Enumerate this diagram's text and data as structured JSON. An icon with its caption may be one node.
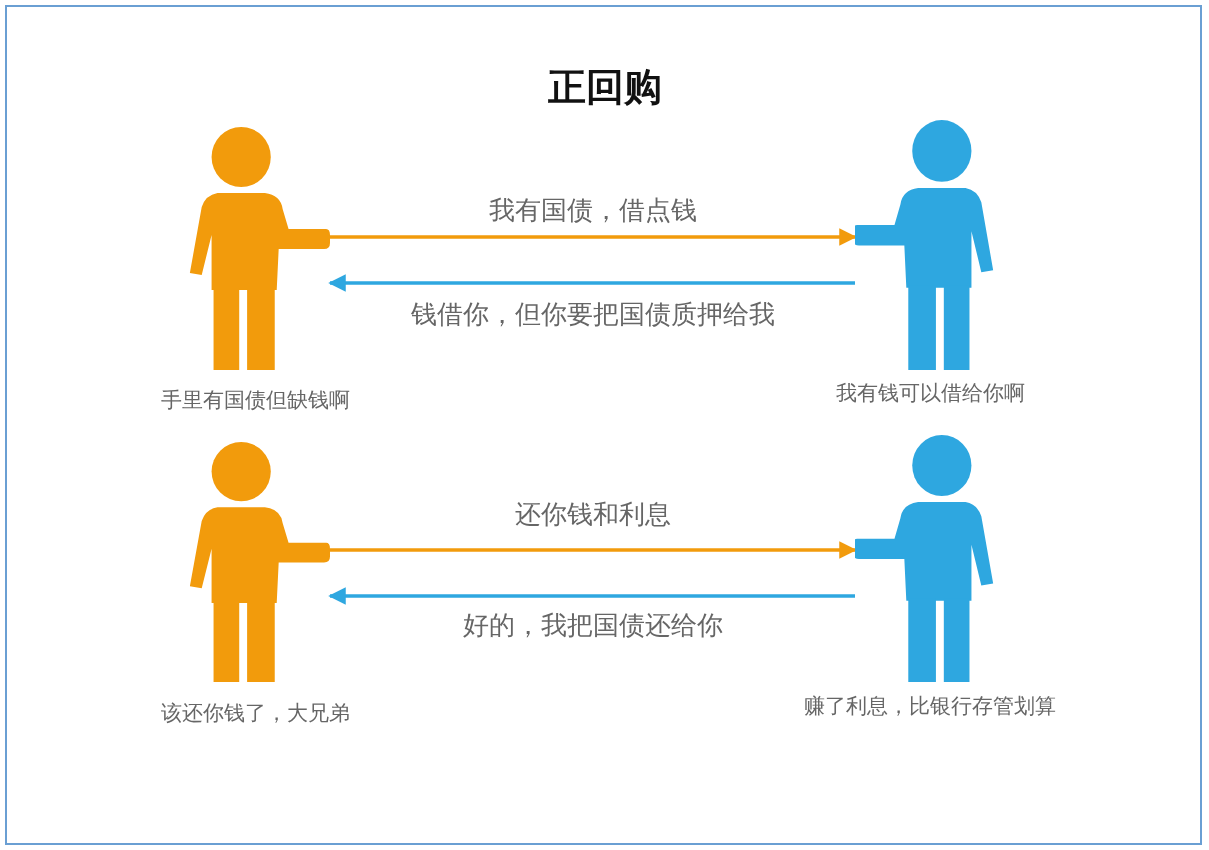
{
  "diagram": {
    "title": "正回购",
    "nodes": [
      {
        "text": [],
        "shape": "person",
        "beside": [
          "手里有国债但缺钱啊"
        ]
      },
      {
        "text": [],
        "shape": "person",
        "beside": [
          "我有钱可以借给你啊"
        ]
      },
      {
        "text": [],
        "shape": "person",
        "beside": [
          "该还你钱了，大兄弟"
        ]
      },
      {
        "text": [],
        "shape": "person",
        "beside": [
          "赚了利息，比银行存管划算"
        ]
      }
    ],
    "edges": [
      {
        "from": 0,
        "to": 1,
        "arrow": "to",
        "label": "我有国债，借点钱",
        "color": "#f29b0c"
      },
      {
        "from": 1,
        "to": 0,
        "arrow": "to",
        "label": "钱借你，但你要把国债质押给我",
        "color": "#2ea7e0"
      },
      {
        "from": 2,
        "to": 3,
        "arrow": "to",
        "label": "还你钱和利息",
        "color": "#f29b0c"
      },
      {
        "from": 3,
        "to": 2,
        "arrow": "to",
        "label": "好的，我把国债还给你",
        "color": "#2ea7e0"
      }
    ]
  }
}
